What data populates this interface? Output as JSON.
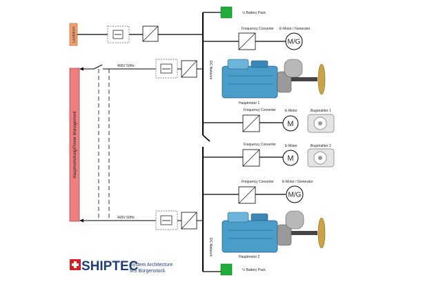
{
  "labels": {
    "landstrom": "Landstrom",
    "main_distribution": "Hauptverteilung/Power Management",
    "battery_top": "½ Battery Pack",
    "battery_bottom": "½ Battery Pack",
    "dc_network_top": "DC-Network",
    "dc_network_bottom": "DC-Network",
    "ac_top": "400V 50Hz",
    "ac_bottom": "400V 50Hz",
    "fc_1": "Frequency Converter",
    "fc_2": "Frequency Converter",
    "fc_3": "Frequency Converter",
    "fc_4": "Frequency Converter",
    "emg_1": "E-Motor / Generator",
    "emg_2": "E-Motor / Generator",
    "em_1": "E-Motor",
    "em_2": "E-Motor",
    "mg_symbol_1": "M/G",
    "mg_symbol_2": "M/G",
    "m_symbol_1": "M",
    "m_symbol_2": "M",
    "engine_1": "Hauptmotor 1",
    "engine_2": "Hauptmotor 2",
    "thruster_1": "Bugstrahler 1",
    "thruster_2": "Bugstrahler 2"
  },
  "brand": {
    "name": "SHIPTEC",
    "line1": "System Architecture",
    "line2": "MS Bürgenstock"
  },
  "colors": {
    "landstrom_fill": "#f0a070",
    "distribution_fill": "#ef7e7e",
    "battery_fill": "#1fae38",
    "brand_red": "#d42020",
    "brand_blue": "#1e3f75",
    "engine_blue": "#4a9cc9",
    "propeller": "#c9a24a"
  }
}
